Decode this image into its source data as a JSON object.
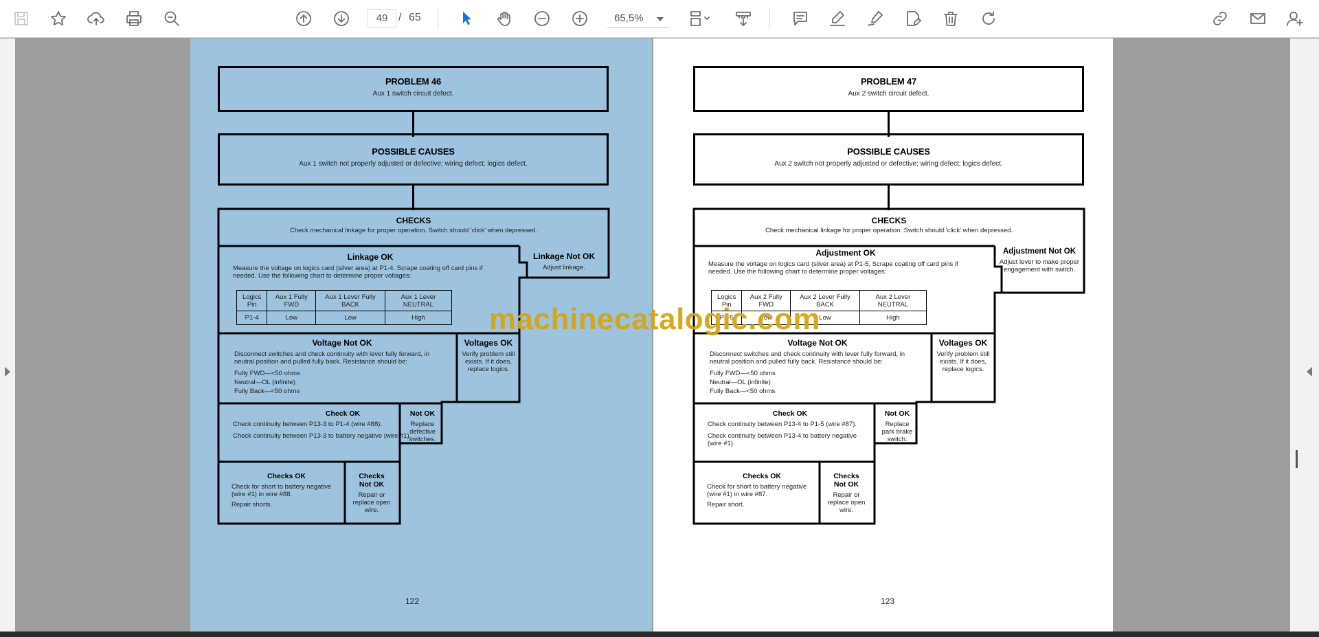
{
  "toolbar": {
    "page_current": "49",
    "page_separator": "/",
    "page_total": "65",
    "zoom": "65,5%"
  },
  "watermark": "machinecatalogic.com",
  "left_page": {
    "problem_title": "PROBLEM 46",
    "problem_sub": "Aux 1 switch circuit defect.",
    "causes_title": "POSSIBLE CAUSES",
    "causes_sub": "Aux 1 switch not properly adjusted or defective; wiring defect; logics defect.",
    "checks_title": "CHECKS",
    "checks_sub": "Check mechanical linkage for proper operation. Switch should 'click' when depressed.",
    "ok_title": "Linkage OK",
    "ok_body": "Measure the voltage on logics card (silver area) at P1-4. Scrape coating off card pins if needed. Use the following chart to determine proper voltages:",
    "notok_title": "Linkage Not OK",
    "notok_body": "Adjust linkage.",
    "table": {
      "header": [
        "Logics Pin",
        "Aux 1 Fully FWD",
        "Aux 1 Lever Fully BACK",
        "Aux 1 Lever NEUTRAL"
      ],
      "row": [
        "P1-4",
        "Low",
        "Low",
        "High"
      ]
    },
    "vnotok_title": "Voltage Not OK",
    "vnotok_body": "Disconnect switches and check continuity with lever fully forward, in neutral position and pulled fully back. Resistance should be:",
    "vnotok_lines": [
      "Fully FWD—<50 ohms",
      "Neutral—OL (infinite)",
      "Fully Back—<50 ohms"
    ],
    "vok_title": "Voltages OK",
    "vok_body": "Verify problem still exists. If it does, replace logics.",
    "checkok_title": "Check OK",
    "checkok_body1": "Check continuity between P13-3 to P1-4 (wire #88).",
    "checkok_body2": "Check continuity between P13-3 to battery negative (wire #1).",
    "notok2_title": "Not OK",
    "notok2_body": "Replace defective switches.",
    "checksok_title": "Checks OK",
    "checksok_body1": "Check for short to battery negative (wire #1) in wire #88.",
    "checksok_body2": "Repair shorts.",
    "checksnotok_title": "Checks Not OK",
    "checksnotok_body": "Repair or replace open wire.",
    "page_number": "122"
  },
  "right_page": {
    "problem_title": "PROBLEM 47",
    "problem_sub": "Aux 2 switch circuit defect.",
    "causes_title": "POSSIBLE CAUSES",
    "causes_sub": "Aux 2 switch not properly adjusted or defective; wiring defect; logics defect.",
    "checks_title": "CHECKS",
    "checks_sub": "Check mechanical linkage for proper operation. Switch should 'click' when depressed.",
    "ok_title": "Adjustment OK",
    "ok_body": "Measure the voltage on logics card (silver area) at P1-5. Scrape coating off card pins if needed. Use the following chart to determine proper voltages:",
    "notok_title": "Adjustment Not OK",
    "notok_body": "Adjust lever to make proper engagement with switch.",
    "table": {
      "header": [
        "Logics Pin",
        "Aux 2 Fully FWD",
        "Aux 2 Lever Fully BACK",
        "Aux 2 Lever NEUTRAL"
      ],
      "row": [
        "P1-5",
        "Low",
        "Low",
        "High"
      ]
    },
    "vnotok_title": "Voltage Not OK",
    "vnotok_body": "Disconnect switches and check continuity with lever fully forward, in neutral position and pulled fully back. Resistance should be:",
    "vnotok_lines": [
      "Fully FWD—<50 ohms",
      "Neutral—OL (infinite)",
      "Fully Back—<50 ohms"
    ],
    "vok_title": "Voltages OK",
    "vok_body": "Verify problem still exists. If it does, replace logics.",
    "checkok_title": "Check OK",
    "checkok_body1": "Check continuity between P13-4 to P1-5 (wire #87).",
    "checkok_body2": "Check continuity between P13-4 to battery negative (wire #1).",
    "notok2_title": "Not OK",
    "notok2_body": "Replace park brake switch.",
    "checksok_title": "Checks OK",
    "checksok_body1": "Check for short to battery negative (wire #1) in wire #87.",
    "checksok_body2": "Repair short.",
    "checksnotok_title": "Checks Not OK",
    "checksnotok_body": "Repair or replace open wire.",
    "page_number": "123"
  }
}
